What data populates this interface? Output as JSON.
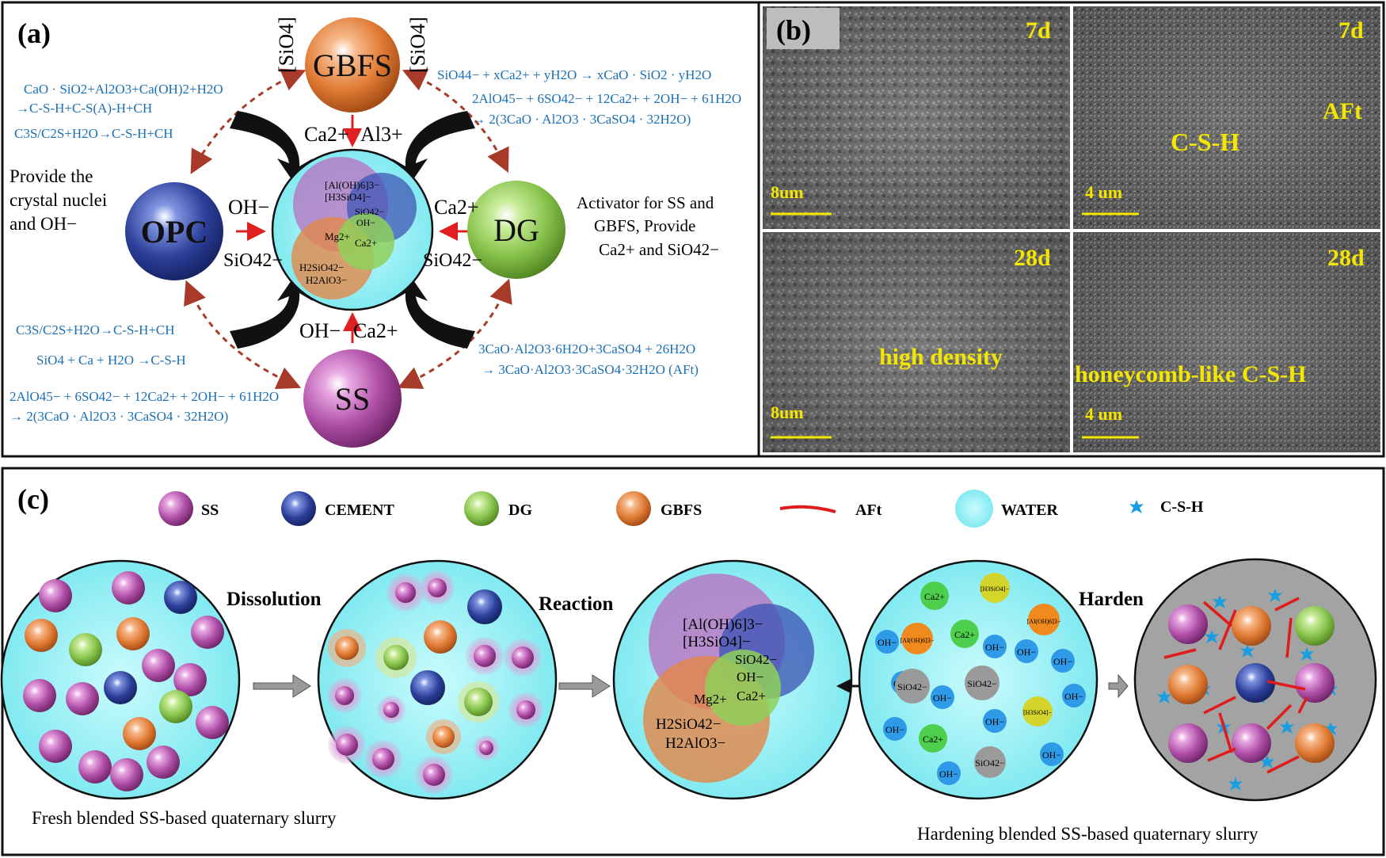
{
  "panel_a": {
    "label": "(a)",
    "gbfs": "GBFS",
    "opc": "OPC",
    "dg": "DG",
    "ss": "SS",
    "sio4_left": "[SiO4]",
    "sio4_right": "[SiO4]",
    "ca_top": "Ca2+",
    "al_top": "Al3+",
    "oh_left": "OH−",
    "sio4_left_arrow": "SiO42−",
    "ca_right": "Ca2+",
    "sio4_right_arrow": "SiO42−",
    "oh_bottom": "OH−",
    "ca_bottom": "Ca2+",
    "center_al": "[Al(OH)6]3−",
    "center_h3": "[H3SiO4]−",
    "center_sio": "SiO42−",
    "center_oh": "OH−",
    "center_mg": "Mg2+",
    "center_ca": "Ca2+",
    "center_h2si": "H2SiO42−",
    "center_h2al": "H2AlO3−",
    "left_text_1": "Provide the",
    "left_text_2": "crystal nuclei",
    "left_text_3": "and OH−",
    "right_text_1": "Activator for SS and",
    "right_text_2": "GBFS, Provide",
    "right_text_3": "Ca2+ and SiO42−",
    "eq_tl_1": "CaO · SiO2+Al2O3+Ca(OH)2+H2O",
    "eq_tl_2": "→C-S-H+C-S(A)-H+CH",
    "eq_tl_3": "C3S/C2S+H2O→C-S-H+CH",
    "eq_tr_1": "SiO44− + xCa2+ + yH2O → xCaO · SiO2 · yH2O",
    "eq_tr_2": "2AlO45− + 6SO42− + 12Ca2+ + 2OH− + 61H2O",
    "eq_tr_3": "→ 2(3CaO · Al2O3 · 3CaSO4 · 32H2O)",
    "eq_bl_1": "C3S/C2S+H2O→C-S-H+CH",
    "eq_bl_2": "SiO4 + Ca + H2O →C-S-H",
    "eq_bl_3": "2AlO45− + 6SO42− + 12Ca2+ + 2OH− + 61H2O",
    "eq_bl_4": "→ 2(3CaO · Al2O3 · 3CaSO4 · 32H2O)",
    "eq_br_1": "3CaO·Al2O3·6H2O+3CaSO4 + 26H2O",
    "eq_br_2": "→ 3CaO·Al2O3·3CaSO4·32H2O (AFt)"
  },
  "panel_b": {
    "label": "(b)",
    "img1_age": "7d",
    "img1_scale": "8um",
    "img2_age": "7d",
    "img2_scale": "4 um",
    "img2_csh": "C-S-H",
    "img2_aft": "AFt",
    "img3_age": "28d",
    "img3_scale": "8um",
    "img3_note": "high density",
    "img4_age": "28d",
    "img4_scale": "4 um",
    "img4_note": "honeycomb-like C-S-H"
  },
  "panel_c": {
    "label": "(c)",
    "legend": [
      "SS",
      "CEMENT",
      "DG",
      "GBFS",
      "AFt",
      "WATER",
      "C-S-H"
    ],
    "step1": "Dissolution",
    "step2": "Reaction",
    "step3": "Harden",
    "caption_left": "Fresh blended SS-based quaternary slurry",
    "caption_right": "Hardening blended SS-based quaternary slurry",
    "ion_oh": "OH−",
    "ion_ca": "Ca2+",
    "ion_sio": "SiO42−",
    "ion_al": "[Al(OH)6]3−",
    "ion_h3": "[H3SiO4]−",
    "center_al": "[Al(OH)6]3−",
    "center_h3": "[H3SiO4]−",
    "center_sio": "SiO42−",
    "center_oh": "OH−",
    "center_mg": "Mg2+",
    "center_ca": "Ca2+",
    "center_h2si": "H2SiO42−",
    "center_h2al": "H2AlO3−"
  },
  "colors": {
    "ss": "#b04fa8",
    "cement": "#2c3f9a",
    "dg": "#86c24a",
    "gbfs": "#e07a33",
    "water": "#8ff0f5",
    "aft": "#e01b1b",
    "csh": "#1a9ee0",
    "eq_blue": "#1a6fb5"
  }
}
